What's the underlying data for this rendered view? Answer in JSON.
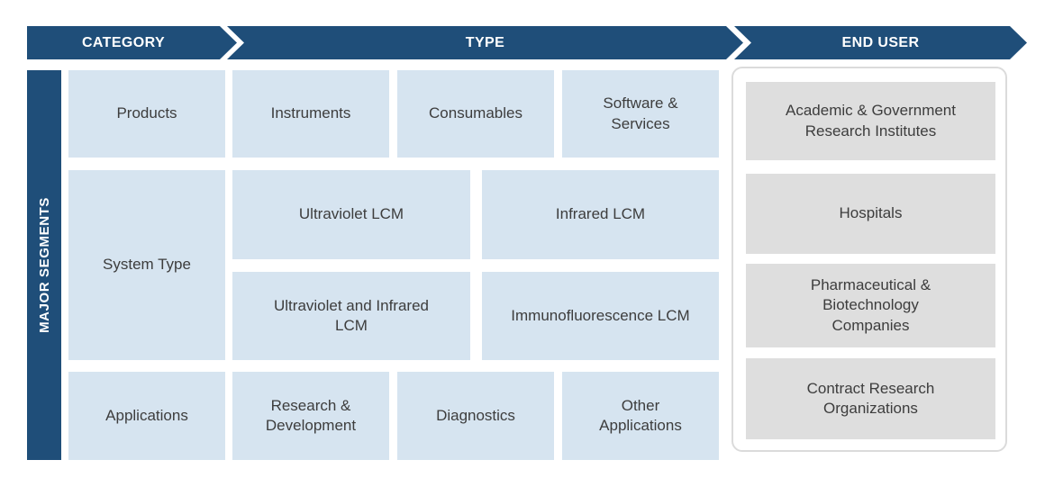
{
  "header": {
    "category_label": "CATEGORY",
    "type_label": "TYPE",
    "end_user_label": "END USER"
  },
  "sidebar": {
    "label": "MAJOR SEGMENTS"
  },
  "rows": {
    "products": {
      "category": "Products",
      "types": [
        "Instruments",
        "Consumables",
        "Software & Services"
      ]
    },
    "system_type": {
      "category": "System Type",
      "types_row1": [
        "Ultraviolet LCM",
        "Infrared LCM"
      ],
      "types_row2": [
        "Ultraviolet and Infrared LCM",
        "Immunofluorescence LCM"
      ]
    },
    "applications": {
      "category": "Applications",
      "types": [
        "Research & Development",
        "Diagnostics",
        "Other Applications"
      ]
    }
  },
  "end_user": {
    "items": [
      "Academic & Government Research Institutes",
      "Hospitals",
      "Pharmaceutical & Biotechnology Companies",
      "Contract Research Organizations"
    ]
  },
  "colors": {
    "navy": "#1F4E79",
    "light_blue": "#D6E4F0",
    "gray_box": "#DEDEDE",
    "panel_border": "#DBDBDB",
    "text": "#3D3D3D"
  }
}
